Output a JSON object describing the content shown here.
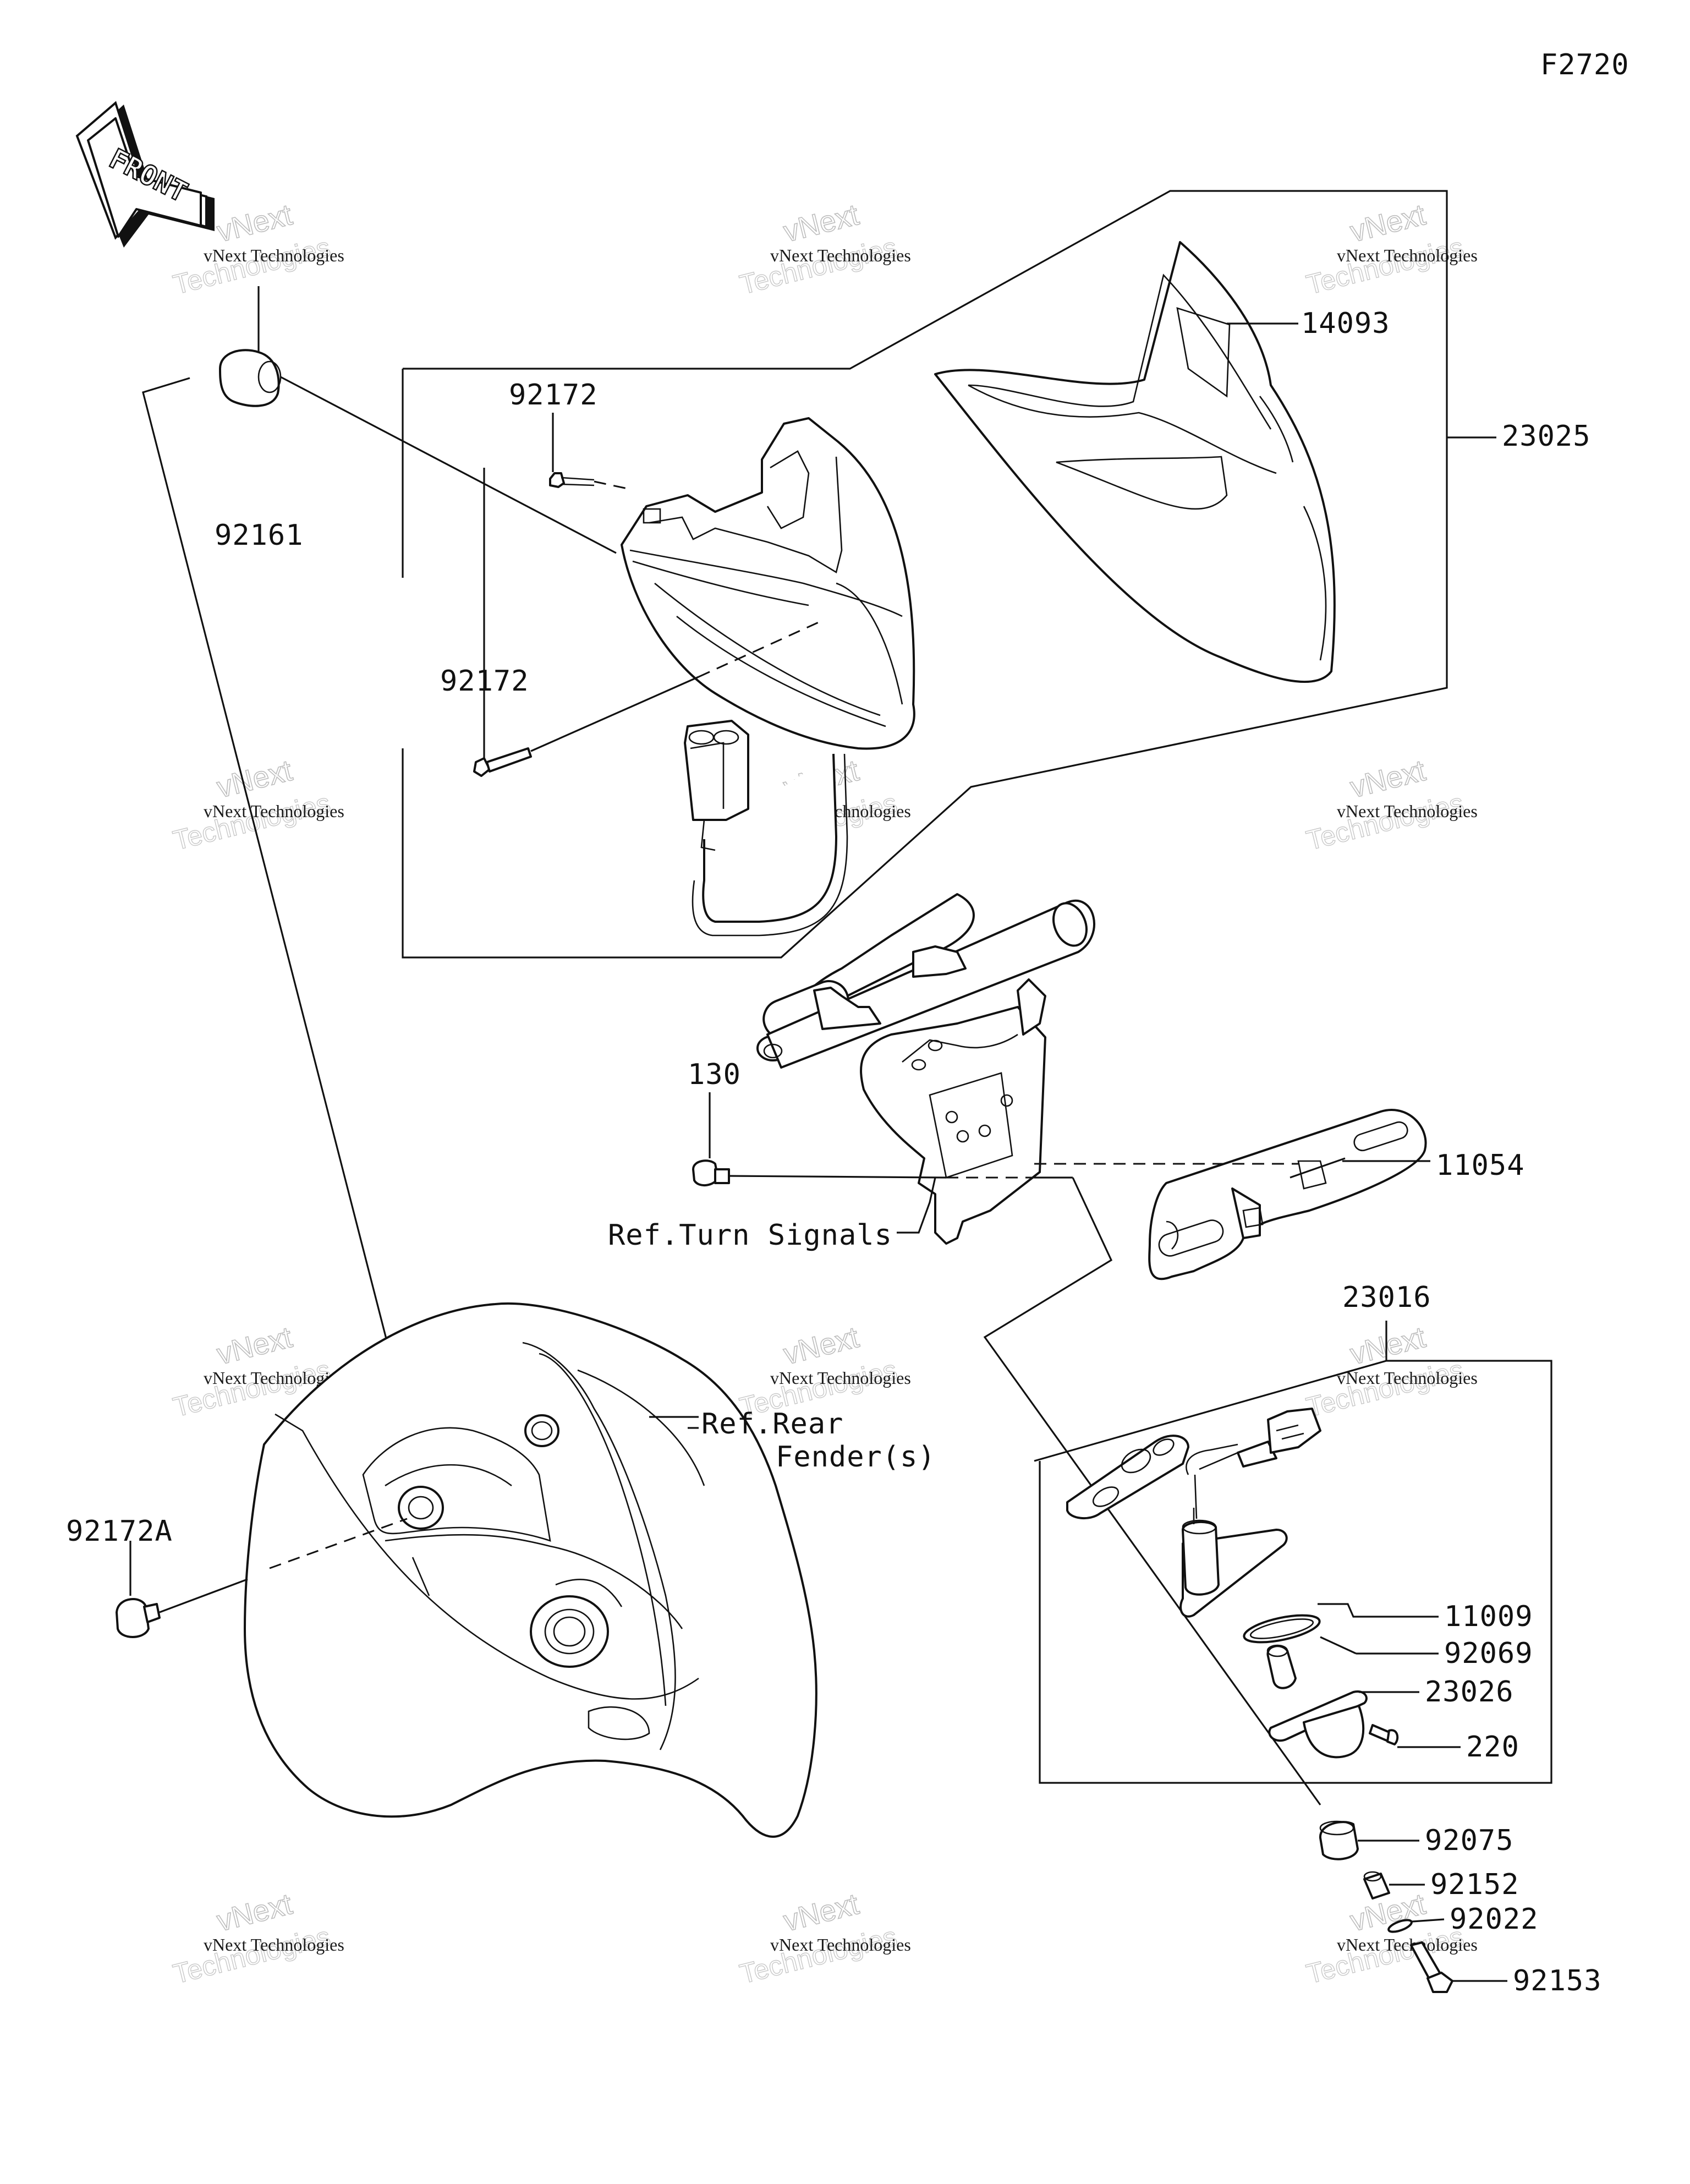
{
  "diagram_code": "F2720",
  "front_label": "FRONT",
  "part_labels": {
    "p14093": "14093",
    "p23025": "23025",
    "p92172_top": "92172",
    "p92172_mid": "92172",
    "p92161": "92161",
    "p130": "130",
    "p11054": "11054",
    "ref_turn": "Ref.Turn Signals",
    "p23016": "23016",
    "ref_rear_1": "Ref.Rear",
    "ref_rear_2": "Fender(s)",
    "p92172A": "92172A",
    "p11009": "11009",
    "p92069": "92069",
    "p23026": "23026",
    "p220": "220",
    "p92075": "92075",
    "p92152": "92152",
    "p92022": "92022",
    "p92153": "92153"
  },
  "watermark": {
    "line1": "vNext Technologies",
    "line2a": "vNext",
    "line2b": "Technologies"
  }
}
